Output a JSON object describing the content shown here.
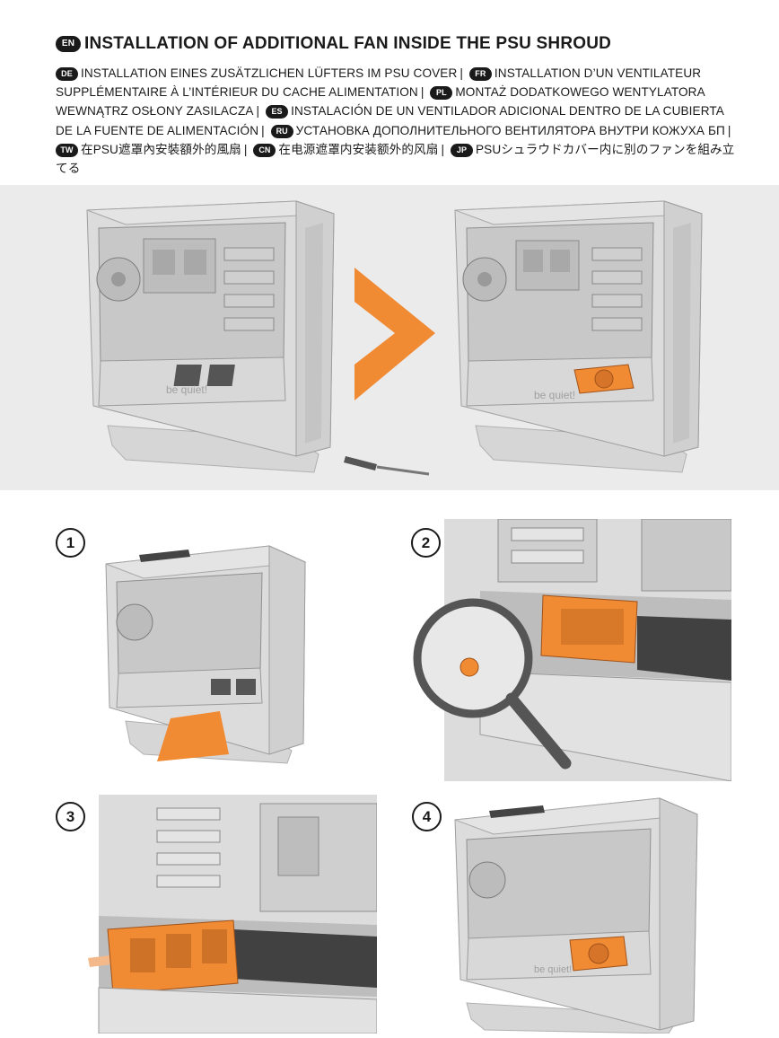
{
  "header": {
    "title_badge": "EN",
    "title": "INSTALLATION OF ADDITIONAL FAN INSIDE THE PSU SHROUD",
    "translations": [
      {
        "badge": "DE",
        "text": "INSTALLATION EINES ZUSÄTZLICHEN LÜFTERS IM PSU COVER"
      },
      {
        "badge": "FR",
        "text": "INSTALLATION D’UN VENTILATEUR SUPPLÉMENTAIRE À L’INTÉRIEUR DU CACHE ALIMENTATION"
      },
      {
        "badge": "PL",
        "text": "MONTAŻ DODATKOWEGO WENTYLATORA WEWNĄTRZ OSŁONY ZASILACZA"
      },
      {
        "badge": "ES",
        "text": "INSTALACIÓN DE UN VENTILADOR ADICIONAL DENTRO DE LA CUBIERTA DE LA FUENTE DE ALIMENTACIÓN"
      },
      {
        "badge": "RU",
        "text": "УСТАНОВКА ДОПОЛНИТЕЛЬНОГО ВЕНТИЛЯТОРА ВНУТРИ КОЖУХА БП"
      },
      {
        "badge": "TW",
        "text": "在PSU遮罩內安裝額外的風扇"
      },
      {
        "badge": "CN",
        "text": "在电源遮罩内安装额外的风扇"
      },
      {
        "badge": "JP",
        "text": "PSUシュラウドカバー内に別のファンを組み立てる"
      }
    ]
  },
  "brand_label": "be quiet!",
  "steps": [
    {
      "number": "1"
    },
    {
      "number": "2"
    },
    {
      "number": "3"
    },
    {
      "number": "4"
    }
  ],
  "colors": {
    "accent": "#f08a33",
    "hero_bg": "#ebebeb",
    "case_body": "#dcdcdc"
  }
}
